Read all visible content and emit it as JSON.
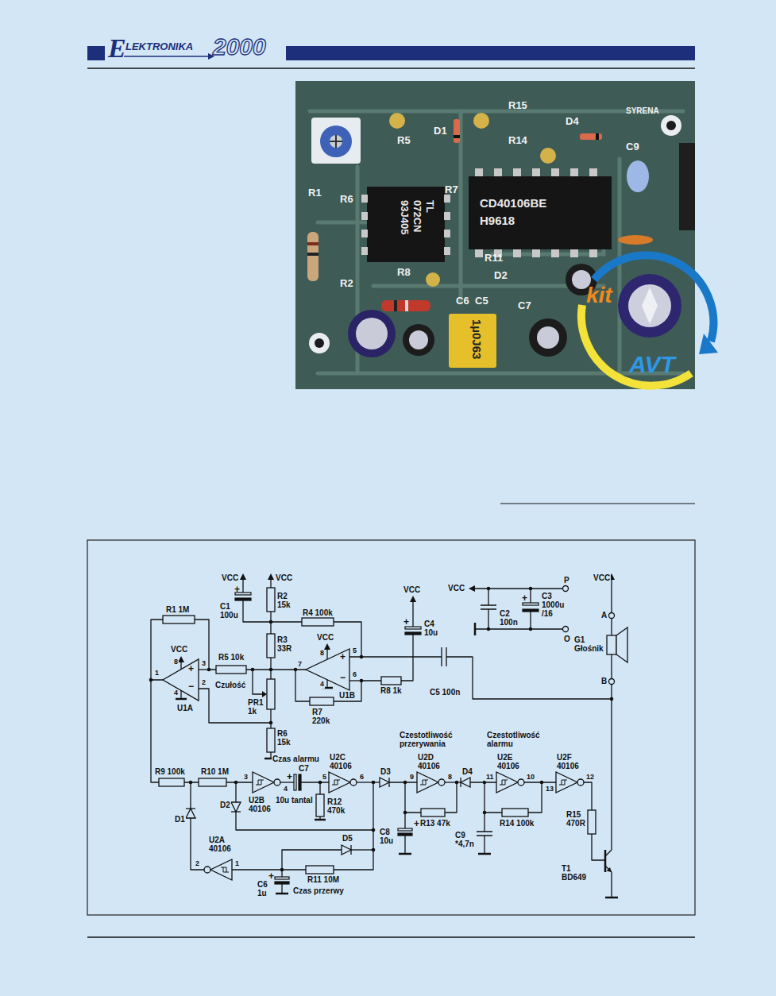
{
  "diagram": {
    "labels": [
      "E",
      "LEKTRONIKA",
      "2000",
      "SYRENA",
      "R15",
      "R5",
      "D1",
      "R14",
      "D4",
      "C9",
      "R1",
      "R6",
      "R7",
      "CD40106BE",
      "H9618",
      "TL",
      "072CN",
      "93J405",
      "R2",
      "R8",
      "R11",
      "D2",
      "C6",
      "C5",
      "C7",
      "1µ0J63",
      "kit",
      "AVT",
      "VCC",
      "VCC",
      "R2 15k",
      "C1 100u",
      "R4 100k",
      "VCC",
      "C4 10u",
      "R1 1M",
      "R3 33R",
      "VCC",
      "8",
      "5",
      "7",
      "6",
      "4",
      "+",
      "−",
      "U1B",
      "R5 10k",
      "VCC",
      "8",
      "3",
      "2",
      "1",
      "4",
      "+",
      "−",
      "U1A",
      "Czułość",
      "PR1 1k",
      "R8 1k",
      "C5 100n",
      "R7 220k",
      "R6 15k",
      "VCC",
      "P",
      "C2 100n",
      "C3 1000u /16",
      "O",
      "VCC",
      "A",
      "G1 Głośnik",
      "B",
      "R9 100k",
      "R10 1M",
      "3",
      "U2B 40106",
      "Czas alarmu",
      "C7",
      "4",
      "10u tantal",
      "U2C 40106",
      "5",
      "6",
      "R12 470k",
      "D3",
      "Czestotliwość przerywania",
      "U2D 40106",
      "9",
      "8",
      "D4",
      "Czestotliwość alarmu",
      "U2E 40106",
      "11",
      "10",
      "U2F 40106",
      "13",
      "12",
      "R13 47k",
      "R14 100k",
      "D5",
      "D1",
      "D2",
      "U2A 40106",
      "2",
      "1",
      "C8 10u",
      "C9 *4,7n",
      "R11 10M",
      "C6 1u",
      "Czas przerwy",
      "R15 470R",
      "T1 BD649",
      "+",
      "+",
      "+",
      "+",
      "+",
      "+"
    ]
  }
}
